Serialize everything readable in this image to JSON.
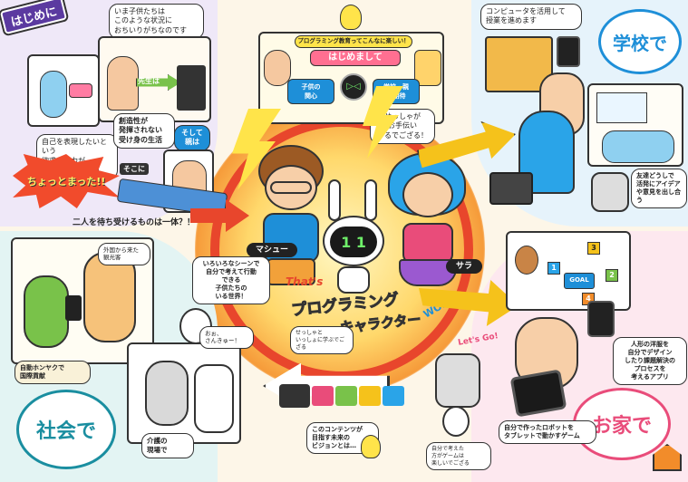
{
  "intro": {
    "label": "はじめに",
    "caption_top": "いま子供たちは\nこのような状況に\nおちいりがちなのです",
    "teacher_label": "先生は",
    "bubble_self_expr": "自己を表現したいという\n欲求と能力が\n結びついていない",
    "bubble_passive": "創造性が\n発揮されない\n受け身の生活",
    "bubble_parents": "そして\n親は",
    "label_soko": "そこに",
    "title_chotto": "ちょっとまった!!",
    "question_banner": "二人を待ち受けるものは一体？！"
  },
  "center": {
    "top_banner": "プログラミング教育ってこんなに楽しい！",
    "hajimemashite": "はじめまして",
    "expect_left": "子供の\n関心",
    "expect_right": "学校・親\nの期待",
    "robot_face": "1 1",
    "bubble_otetsudai": "せっしゃが\nお手伝い\nするでござる！",
    "name_left": "マシュー",
    "name_right": "サラ",
    "logo_thats": "That's",
    "logo_main": "プログラミング",
    "logo_sub": "キャラクター",
    "logo_world": "WORLD",
    "small_bubble": "せっしゃと\nいっしょに学ぶでござる"
  },
  "school": {
    "label": "学校で",
    "caption": "コンピュータを活用して\n授業を進めます",
    "bubble_friends": "友達どうしで\n活発にアイデア\nや意見を出し合う"
  },
  "home": {
    "label": "お家で",
    "bubble_app": "人形の洋服を\n自分でデザイン\nしたり課題解決の\nプロセスを\n考えるアプリ",
    "lets_go": "Let's Go!",
    "bubble_game": "自分で作ったロボットを\nタブレットで動かすゲーム",
    "bubble_kids_game": "自分で考えた\n方がゲームは\n楽しいでござる",
    "goal_label": "GOAL",
    "puzzle_numbers": [
      "1",
      "2",
      "3",
      "4"
    ]
  },
  "society": {
    "label": "社会で",
    "caption_tourist": "外国から来た\n観光客",
    "bubble_scenes": "いろいろなシーンで\n自分で考えて行動\nできる\n子供たちの\nいる世界！",
    "badge_honyaku": "自動ホンヤクで\n国際貢献",
    "badge_kaigo": "介護の\n現場で",
    "bubble_ojisan": "おぉ、\nさんきゅー！",
    "bubble_contents": "このコンテンツが\n目指す未来の\nビジョンとは…"
  },
  "colors": {
    "center_ring": "#e8462c",
    "arrow_yellow": "#f5c21b",
    "school_blue": "#1e8fd8",
    "home_pink": "#e94c7a",
    "society_teal": "#1a8ea0",
    "intro_purple": "#5b3aa0"
  }
}
